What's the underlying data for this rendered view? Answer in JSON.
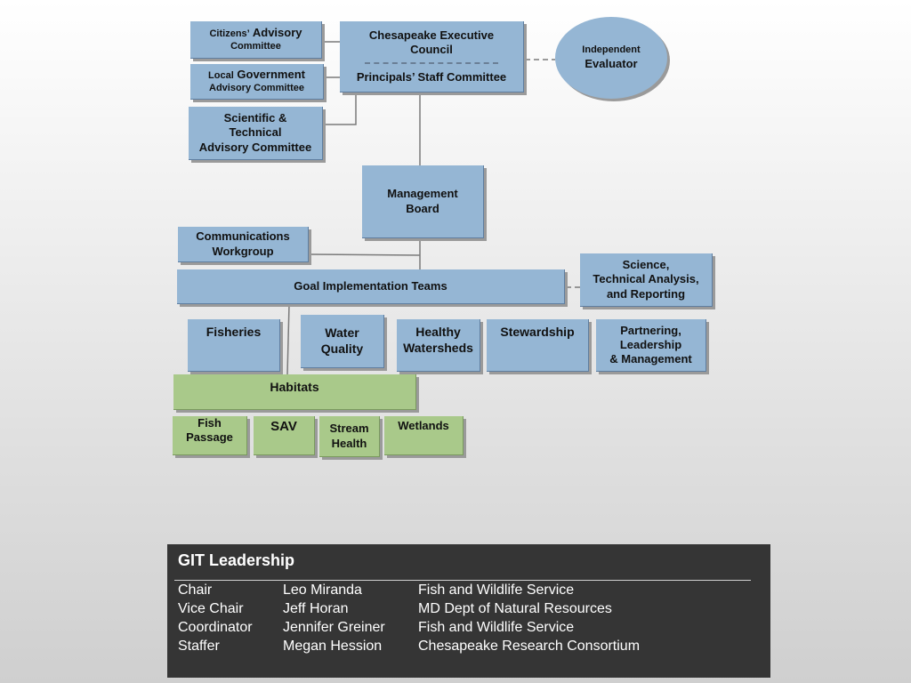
{
  "nodes": {
    "citizens": {
      "line1_small": "Citizens’",
      "line1_big": "Advisory",
      "line2": "Committee"
    },
    "local_gov": {
      "line1_small": "Local",
      "line1_big": "Government",
      "line2": "Advisory Committee"
    },
    "stac": {
      "lines": [
        "Scientific &",
        "Technical",
        "Advisory Committee"
      ]
    },
    "exec": {
      "line1": "Chesapeake Executive",
      "line2": "Council",
      "line3": "Principals’ Staff Committee"
    },
    "evaluator": {
      "line1": "Independent",
      "line2": "Evaluator"
    },
    "mgmt_board": {
      "lines": [
        "Management",
        "Board"
      ]
    },
    "comms": {
      "lines": [
        "Communications",
        "Workgroup"
      ]
    },
    "goal_teams": {
      "label": "Goal Implementation Teams"
    },
    "stars": {
      "lines": [
        "Science,",
        "Technical Analysis,",
        "and Reporting"
      ]
    },
    "fisheries": {
      "label": "Fisheries"
    },
    "water_quality": {
      "lines": [
        "Water",
        "Quality"
      ]
    },
    "healthy_watersheds": {
      "lines": [
        "Healthy",
        "Watersheds"
      ]
    },
    "stewardship": {
      "label": "Stewardship"
    },
    "partnering": {
      "lines": [
        "Partnering,",
        "Leadership",
        "& Management"
      ]
    },
    "habitats": {
      "label": "Habitats"
    },
    "fish_passage": {
      "lines": [
        "Fish",
        "Passage"
      ]
    },
    "sav": {
      "label": "SAV"
    },
    "stream_health": {
      "lines": [
        "Stream",
        "Health"
      ]
    },
    "wetlands": {
      "label": "Wetlands"
    }
  },
  "leadership": {
    "title": "GIT Leadership",
    "rows": [
      {
        "role": "Chair",
        "name": "Leo Miranda",
        "org": "Fish and Wildlife Service"
      },
      {
        "role": "Vice Chair",
        "name": "Jeff Horan",
        "org": "MD Dept of Natural Resources"
      },
      {
        "role": "Coordinator",
        "name": "Jennifer Greiner",
        "org": "Fish and Wildlife Service"
      },
      {
        "role": "Staffer",
        "name": "Megan Hession",
        "org": "Chesapeake Research Consortium"
      }
    ]
  },
  "colors": {
    "blue_box": "#95b6d4",
    "green_box": "#a9c98a",
    "panel": "#353535",
    "line": "#7a7a7a"
  }
}
